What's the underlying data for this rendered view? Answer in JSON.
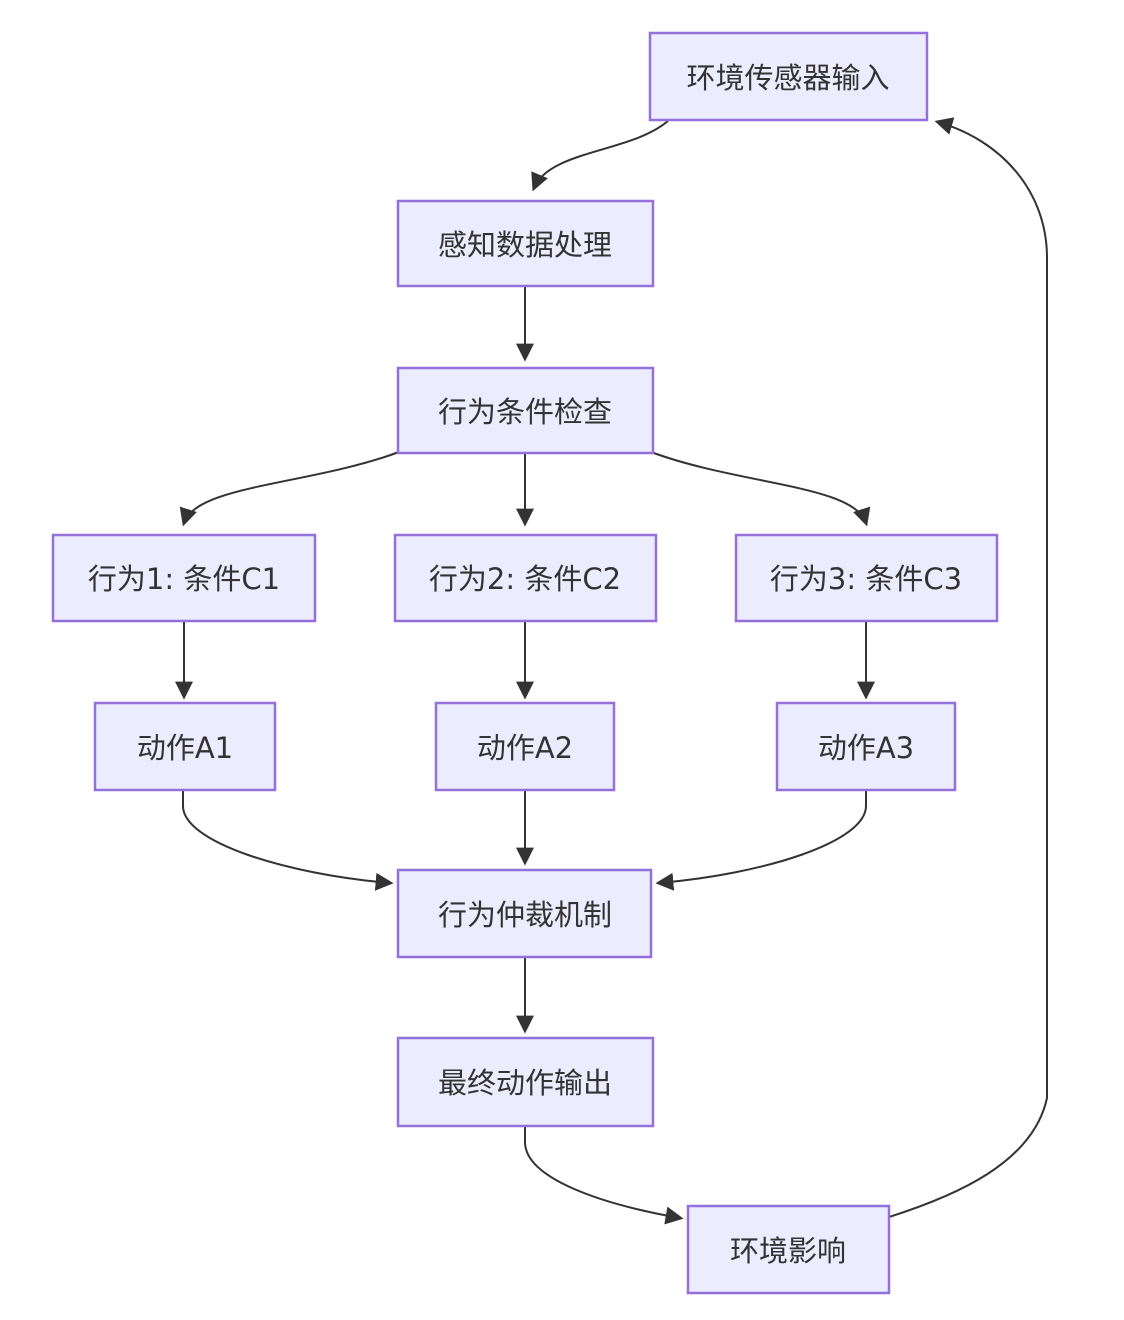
{
  "diagram": {
    "type": "flowchart",
    "direction": "top-down-with-feedback-loop",
    "background_color": "#ffffff",
    "node_fill_color": "#ECECFF",
    "node_border_color": "#9370DB",
    "edge_color": "#333333",
    "text_color": "#333333",
    "nodes": {
      "env_input": {
        "label": "环境传感器输入"
      },
      "perception": {
        "label": "感知数据处理"
      },
      "condition_check": {
        "label": "行为条件检查"
      },
      "behavior1": {
        "label": "行为1: 条件C1"
      },
      "behavior2": {
        "label": "行为2: 条件C2"
      },
      "behavior3": {
        "label": "行为3: 条件C3"
      },
      "action1": {
        "label": "动作A1"
      },
      "action2": {
        "label": "动作A2"
      },
      "action3": {
        "label": "动作A3"
      },
      "arbitration": {
        "label": "行为仲裁机制"
      },
      "final_output": {
        "label": "最终动作输出"
      },
      "env_effect": {
        "label": "环境影响"
      }
    },
    "edges": [
      {
        "from": "env_input",
        "to": "perception"
      },
      {
        "from": "perception",
        "to": "condition_check"
      },
      {
        "from": "condition_check",
        "to": "behavior1"
      },
      {
        "from": "condition_check",
        "to": "behavior2"
      },
      {
        "from": "condition_check",
        "to": "behavior3"
      },
      {
        "from": "behavior1",
        "to": "action1"
      },
      {
        "from": "behavior2",
        "to": "action2"
      },
      {
        "from": "behavior3",
        "to": "action3"
      },
      {
        "from": "action1",
        "to": "arbitration"
      },
      {
        "from": "action2",
        "to": "arbitration"
      },
      {
        "from": "action3",
        "to": "arbitration"
      },
      {
        "from": "arbitration",
        "to": "final_output"
      },
      {
        "from": "final_output",
        "to": "env_effect"
      },
      {
        "from": "env_effect",
        "to": "env_input"
      }
    ]
  }
}
